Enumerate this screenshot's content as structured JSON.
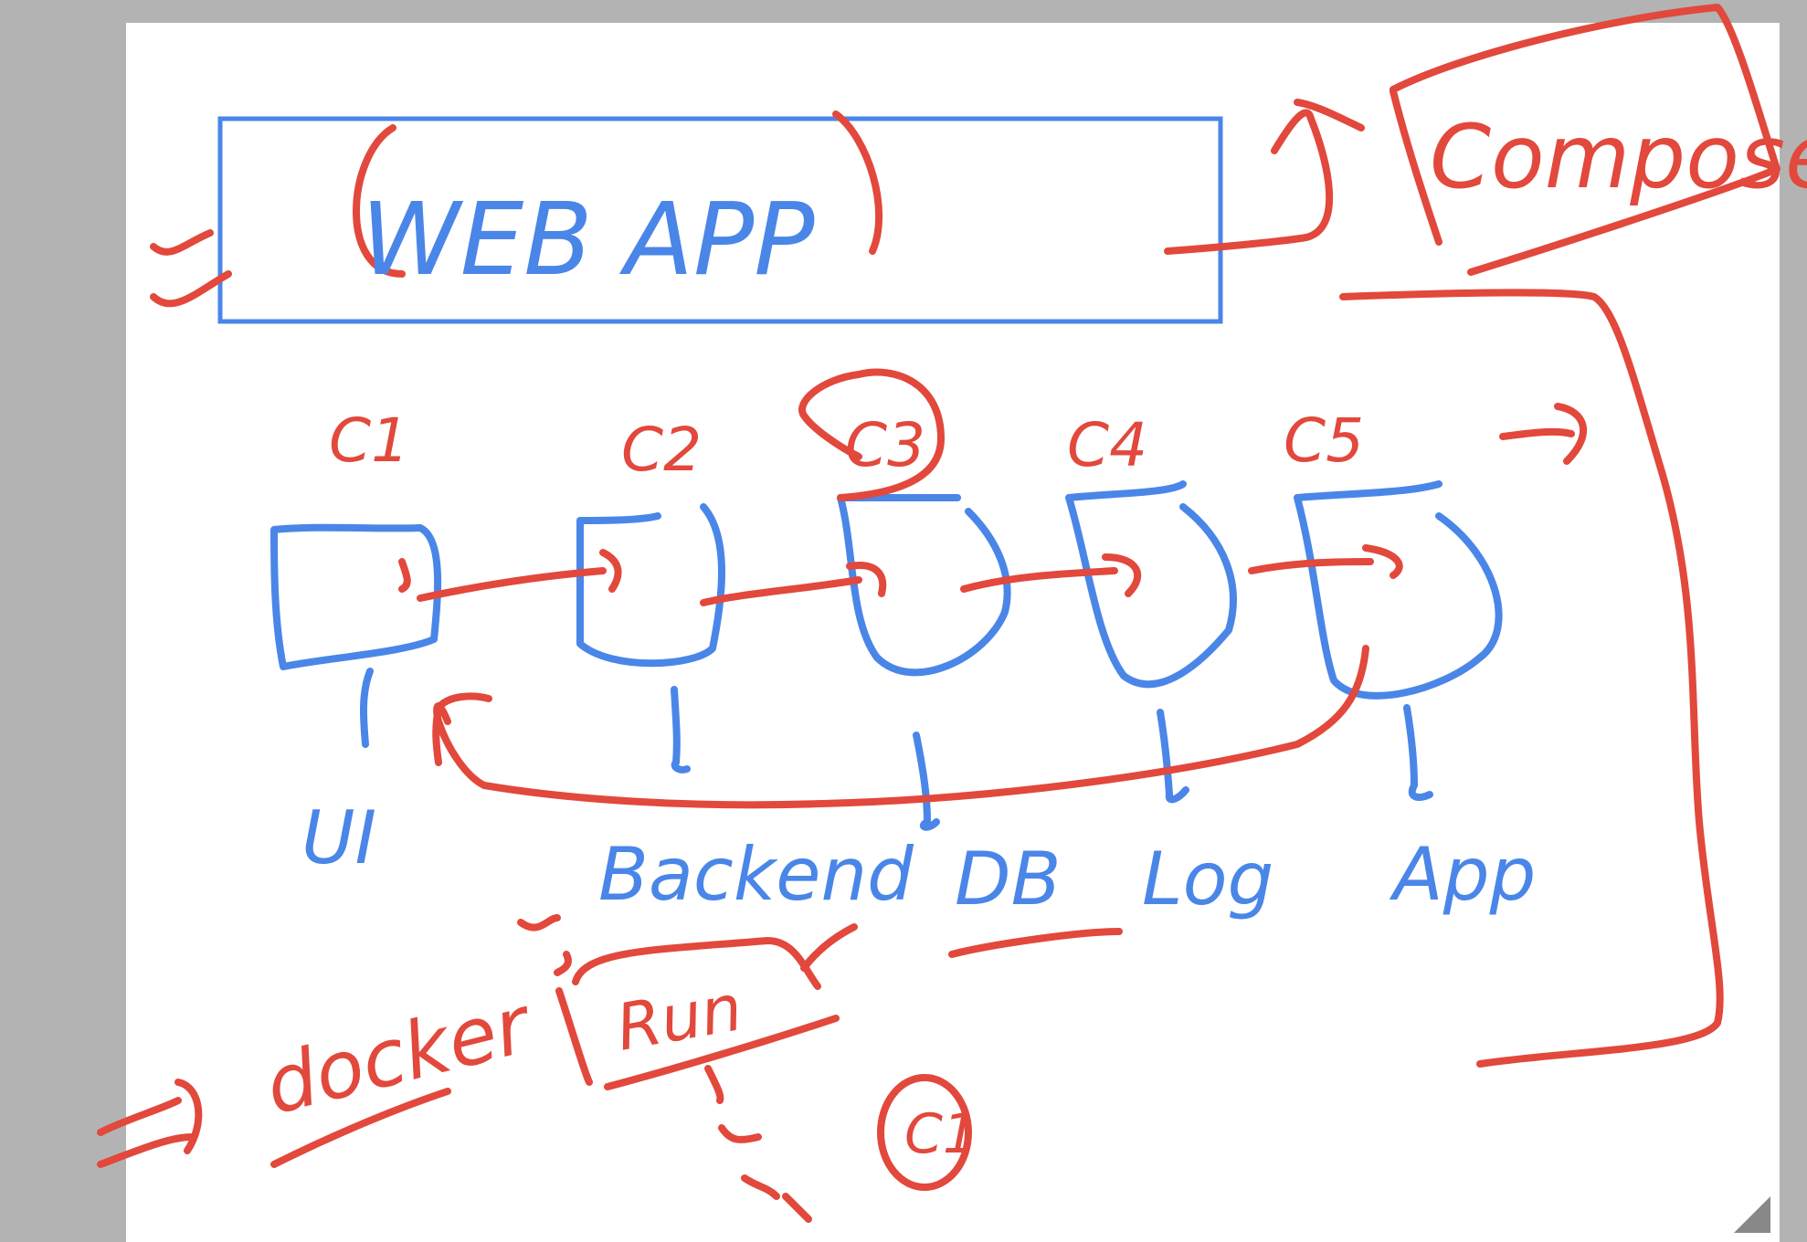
{
  "title_box": {
    "label": "WEB APP"
  },
  "compose": {
    "label": "Compose"
  },
  "containers": [
    {
      "id": "C1",
      "service": "UI"
    },
    {
      "id": "C2",
      "service": "Backend"
    },
    {
      "id": "C3",
      "service": "DB"
    },
    {
      "id": "C4",
      "service": "Log"
    },
    {
      "id": "C5",
      "service": "App"
    }
  ],
  "docker": {
    "label": "docker"
  },
  "run": {
    "label": "Run"
  },
  "circle_note": {
    "label": "C1"
  },
  "colors": {
    "ink_red": "#e2483c",
    "ink_blue": "#4a86e8",
    "background": "#b3b3b3",
    "canvas": "#ffffff"
  }
}
